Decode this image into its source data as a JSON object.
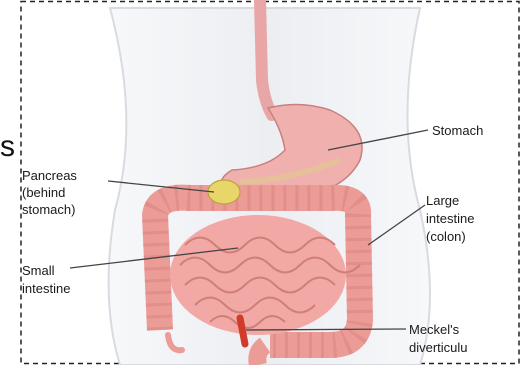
{
  "figure": {
    "stray_glyph": "s",
    "labels": {
      "stomach": "Stomach",
      "pancreas_1": "Pancreas",
      "pancreas_2": "(behind",
      "pancreas_3": "stomach)",
      "large_1": "Large",
      "large_2": "intestine",
      "large_3": "(colon)",
      "small_1": "Small",
      "small_2": "intestine",
      "meckel_1": "Meckel's",
      "meckel_2": "diverticulu"
    }
  },
  "colors": {
    "frame_border": "#222222",
    "organ_pink": "#f2a8a4",
    "organ_dark": "#d77f7c",
    "pancreas": "#e8d66a",
    "diverticulum": "#d23a2a"
  }
}
